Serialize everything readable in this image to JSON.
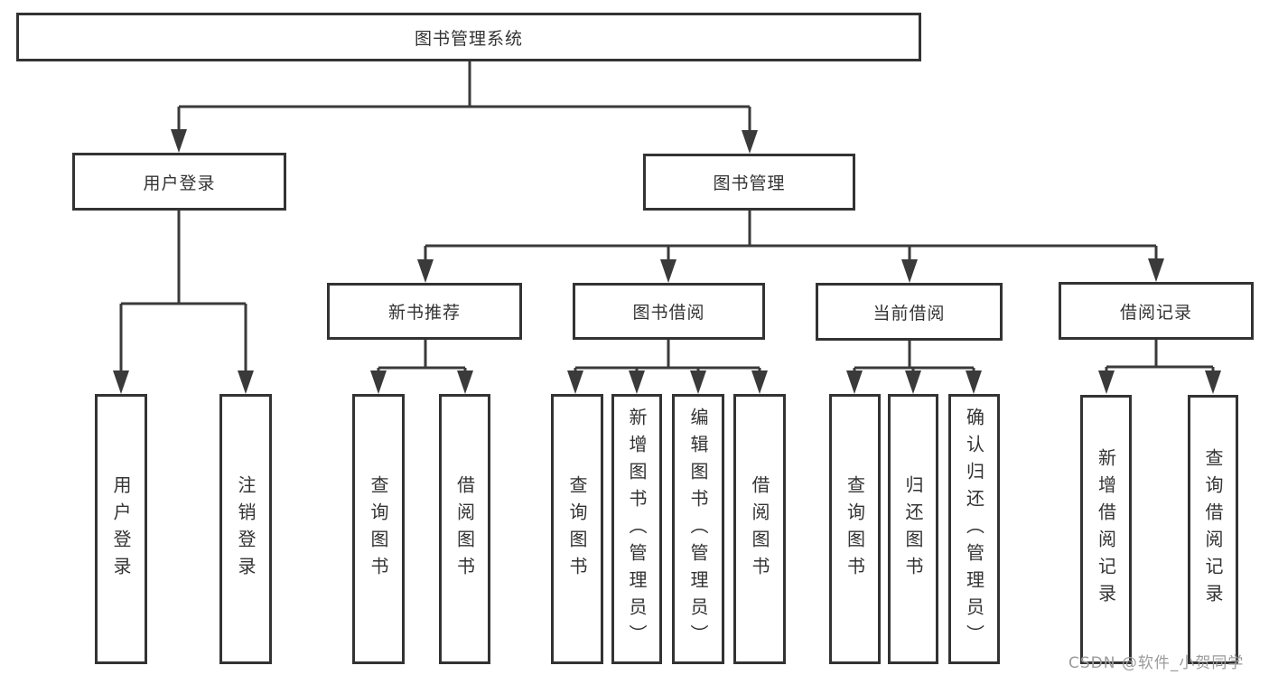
{
  "diagram": {
    "nodes": {
      "root": "图书管理系统",
      "login": "用户登录",
      "manage": "图书管理",
      "recommend": "新书推荐",
      "borrow": "图书借阅",
      "current": "当前借阅",
      "records": "借阅记录"
    },
    "leaves": {
      "login": [
        "用户登录",
        "注销登录"
      ],
      "recommend": [
        "查询图书",
        "借阅图书"
      ],
      "borrow": [
        "查询图书",
        "新增图书（管理员）",
        "编辑图书（管理员）",
        "借阅图书"
      ],
      "current": [
        "查询图书",
        "归还图书",
        "确认归还（管理员）"
      ],
      "records": [
        "新增借阅记录",
        "查询借阅记录"
      ]
    },
    "colors": {
      "line": "#3a3a3a",
      "box_border": "#333333",
      "text": "#333333",
      "watermark": "#9b9b9b"
    }
  },
  "watermark": {
    "text": "CSDN @软件_小贺同学"
  }
}
